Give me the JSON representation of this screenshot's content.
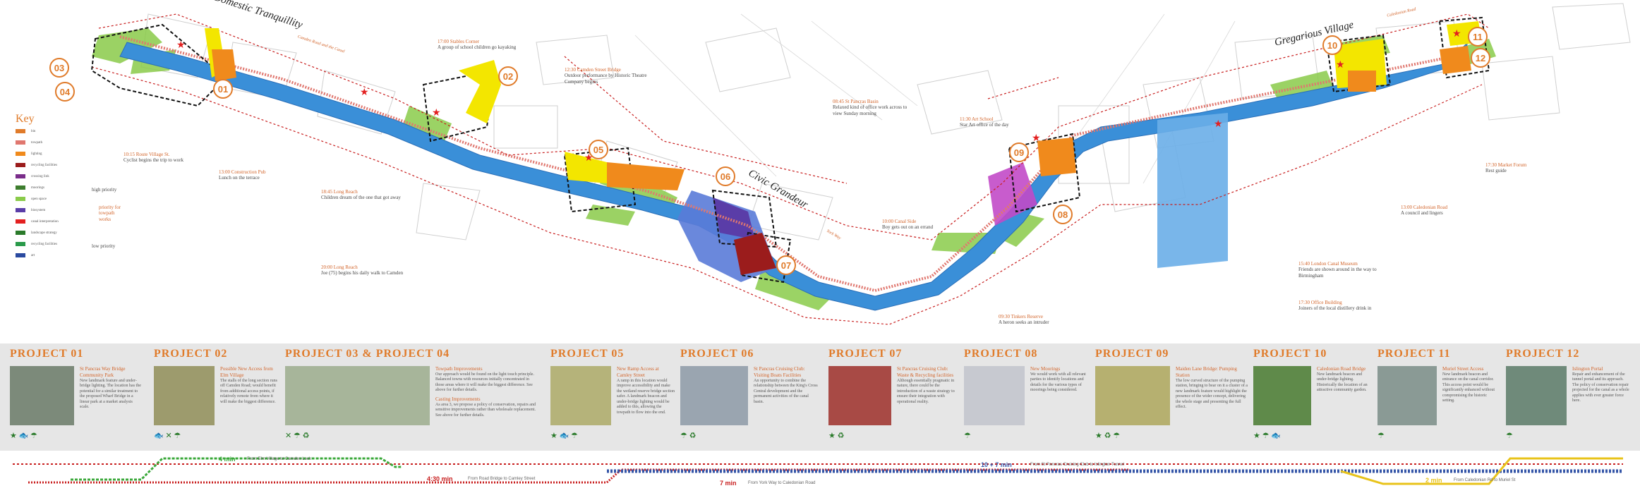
{
  "zones": {
    "domestic": "Domestic Tranquillity",
    "domestic_sub": "Camden Road and the Canal",
    "civic": "Civic Grandeur",
    "civic_sub": "York Way",
    "gregarious": "Gregarious Village",
    "gregarious_sub": "Caledonian Road"
  },
  "markers": [
    "01",
    "02",
    "03",
    "04",
    "05",
    "06",
    "07",
    "08",
    "09",
    "10",
    "11",
    "12"
  ],
  "key": {
    "title": "Key",
    "items": [
      {
        "label": "bin",
        "color": "#e07b2a"
      },
      {
        "label": "towpath",
        "color": "#e0776f"
      },
      {
        "label": "lighting",
        "color": "#f08a1c"
      },
      {
        "label": "recycling facilities",
        "color": "#9b1c1c"
      },
      {
        "label": "crossing link",
        "color": "#7a2d8a"
      },
      {
        "label": "moorings",
        "color": "#3d7d2e"
      },
      {
        "label": "open space",
        "color": "#8acb4a"
      },
      {
        "label": "biosystem",
        "color": "#5a3da8"
      },
      {
        "label": "canal interpretation",
        "color": "#e32020"
      },
      {
        "label": "landscape strategy",
        "color": "#2a7a2a"
      },
      {
        "label": "recycling facilities",
        "color": "#2a9a4a"
      },
      {
        "label": "art",
        "color": "#2a4aa0"
      }
    ],
    "priority_high": "high priority",
    "priority_mid": "priority for towpath works",
    "priority_low": "low priority"
  },
  "annotations": [
    {
      "time": "17:00 Stables Corner",
      "text": "A group of school children go kayaking"
    },
    {
      "time": "12:30 Camden Street Bridge",
      "text": "Outdoor performance by Historic Theatre Company begins"
    },
    {
      "time": "10:15 Route Village St.",
      "text": "Cyclist begins the trip to work"
    },
    {
      "time": "13:00 Construction Pub",
      "text": "Lunch on the terrace"
    },
    {
      "time": "18:45 Long Reach",
      "text": "Children dream of the one that got away"
    },
    {
      "time": "20:00 Long Reach",
      "text": "Joe (75) begins his daily walk to Camden"
    },
    {
      "time": "08:45 St Pancras Basin",
      "text": "Relaxed kind of office work across to view Sunday morning"
    },
    {
      "time": "11:30 Art School",
      "text": "Star Art office of the day"
    },
    {
      "time": "10:00 Canal Side",
      "text": "Boy gets out on an errand"
    },
    {
      "time": "09:30 Tinkers Reserve",
      "text": "A heron seeks an intruder"
    },
    {
      "time": "15:40 London Canal Museum",
      "text": "Friends are shown around in the way to Birmingham"
    },
    {
      "time": "17:30 Office Building",
      "text": "Joiners of the local distillery drink in"
    },
    {
      "time": "13:00 Caledonian Road",
      "text": "A council and lingers"
    },
    {
      "time": "17:30 Market Forum",
      "text": "Rest guide"
    }
  ],
  "projects": [
    {
      "title": "PROJECT 01",
      "heading": "St Pancras Way Bridge Community Park",
      "desc": "New landmark feature and under-bridge lighting. The location has the potential for a similar treatment to the proposed Wharf Bridge in a linear park at a market analysis scale.",
      "icons": "★ 🐟 ☂"
    },
    {
      "title": "PROJECT 02",
      "heading": "Possible New Access from Elm Village",
      "desc": "The stalls of the long section runs off Camden Road; would benefit from additional access points, if relatively remote from where it will make the biggest difference.",
      "icons": "🐟 ✕ ☂"
    },
    {
      "title": "PROJECT 03 & PROJECT 04",
      "heading": "Towpath Improvements",
      "desc": "Our approach would be found on the light touch principle. Balanced towns with resources initially concentrated in those areas where it will make the biggest difference. See above for further details.",
      "heading2": "Casting Improvements",
      "desc2": "As area 3, we propose a policy of conservation, repairs and sensitive improvements rather than wholesale replacement. See above for further details.",
      "icons": "✕ ☂ ♻"
    },
    {
      "title": "PROJECT 05",
      "heading": "New Ramp Access at Camley Street",
      "desc": "A ramp in this location would improve accessibility and make the wetland reserve bridge section safer. A landmark beacon and under-bridge lighting would be added to this, allowing the towpath to flow into the end.",
      "icons": "★ 🐟 ☂"
    },
    {
      "title": "PROJECT 06",
      "heading": "St Pancras Cruising Club: Visiting Boats Facilities",
      "desc": "An opportunity to combine the relationship between the King's Cross Central development and the permanent activities of the canal basin.",
      "icons": "☂ ♻"
    },
    {
      "title": "PROJECT 07",
      "heading": "St Pancras Cruising Club: Waste & Recycling facilities",
      "desc": "Although essentially pragmatic in nature, there could be the introduction of a waste strategy to ensure their integration with operational reality.",
      "icons": "★ ♻"
    },
    {
      "title": "PROJECT 08",
      "heading": "New Moorings",
      "desc": "We would work with all relevant parties to identify locations and details for the various types of moorings being considered.",
      "icons": "☂"
    },
    {
      "title": "PROJECT 09",
      "heading": "Maiden Lane Bridge: Pumping Station",
      "desc": "The low curved structure of the pumping station, bringing to bear on it a cluster of a new landmark feature would highlight the presence of the wider concept, delivering the whole stage and presenting the full effect.",
      "icons": "★ ♻ ☂"
    },
    {
      "title": "PROJECT 10",
      "heading": "Caledonian Road Bridge",
      "desc": "New landmark beacon and under-bridge lighting. Historically the location of an attractive community garden.",
      "icons": "★ ☂ 🐟"
    },
    {
      "title": "PROJECT 11",
      "heading": "Muriel Street Access",
      "desc": "New landmark beacon and entrance on the canal corridor. This access point would be significantly enhanced without compromising the historic setting.",
      "icons": "☂"
    },
    {
      "title": "PROJECT 12",
      "heading": "Islington Portal",
      "desc": "Repair and enhancement of the tunnel portal and its approach. The policy of conservation repair projected for the canal as a whole applies with ever greater force here.",
      "icons": "☂"
    }
  ],
  "timeline": {
    "segments": [
      {
        "time": "4 min",
        "label": "From Elm Village to Camden Lock",
        "color": "#3aa83a"
      },
      {
        "time": "4:30 min",
        "label": "From Road Bridge to Camley Street",
        "color": "#c81e1e"
      },
      {
        "time": "10 + 7 min",
        "label": "From St Pancras Cruising Club to Islington Tunnel",
        "color": "#3556a8"
      },
      {
        "time": "7 min",
        "label": "From York Way to Caledonian Road",
        "color": "#c81e1e"
      },
      {
        "time": "2 min",
        "label": "From Caledonian Rd to Muriel St",
        "color": "#e8c31a"
      }
    ]
  }
}
